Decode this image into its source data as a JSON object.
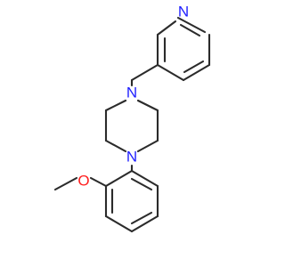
{
  "structure": {
    "atoms": {
      "pyridine_n": {
        "symbol": "N",
        "color": "#1f1fff"
      },
      "piperazine_n1": {
        "symbol": "N",
        "color": "#1f1fff"
      },
      "piperazine_n2": {
        "symbol": "N",
        "color": "#1f1fff"
      },
      "methoxy_o": {
        "symbol": "O",
        "color": "#ff1f1f"
      }
    },
    "bond_color": "#2b2b2b",
    "background": "#ffffff"
  }
}
